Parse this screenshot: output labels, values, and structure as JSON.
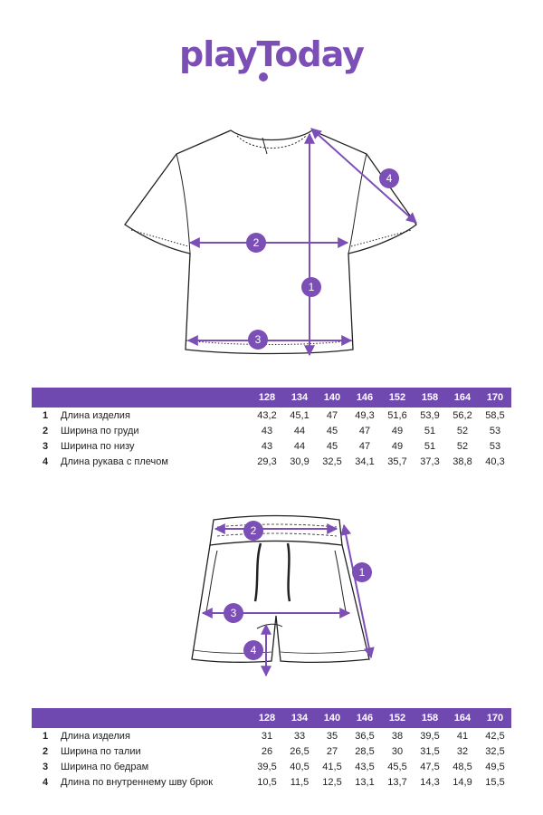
{
  "brand": {
    "logo_text": "playToday",
    "color": "#7b4fb5"
  },
  "colors": {
    "accent": "#7b4fb5",
    "header_bar": "#6f48b0",
    "line_art": "#222222"
  },
  "sizes": [
    "128",
    "134",
    "140",
    "146",
    "152",
    "158",
    "164",
    "170"
  ],
  "tshirt": {
    "badges": [
      "1",
      "2",
      "3",
      "4"
    ],
    "rows": [
      {
        "num": "1",
        "name": "Длина изделия",
        "values": [
          "43,2",
          "45,1",
          "47",
          "49,3",
          "51,6",
          "53,9",
          "56,2",
          "58,5"
        ]
      },
      {
        "num": "2",
        "name": "Ширина по груди",
        "values": [
          "43",
          "44",
          "45",
          "47",
          "49",
          "51",
          "52",
          "53"
        ]
      },
      {
        "num": "3",
        "name": "Ширина по низу",
        "values": [
          "43",
          "44",
          "45",
          "47",
          "49",
          "51",
          "52",
          "53"
        ]
      },
      {
        "num": "4",
        "name": "Длина рукава с плечом",
        "values": [
          "29,3",
          "30,9",
          "32,5",
          "34,1",
          "35,7",
          "37,3",
          "38,8",
          "40,3"
        ]
      }
    ]
  },
  "shorts": {
    "badges": [
      "1",
      "2",
      "3",
      "4"
    ],
    "rows": [
      {
        "num": "1",
        "name": "Длина изделия",
        "values": [
          "31",
          "33",
          "35",
          "36,5",
          "38",
          "39,5",
          "41",
          "42,5"
        ]
      },
      {
        "num": "2",
        "name": "Ширина по талии",
        "values": [
          "26",
          "26,5",
          "27",
          "28,5",
          "30",
          "31,5",
          "32",
          "32,5"
        ]
      },
      {
        "num": "3",
        "name": "Ширина по бедрам",
        "values": [
          "39,5",
          "40,5",
          "41,5",
          "43,5",
          "45,5",
          "47,5",
          "48,5",
          "49,5"
        ]
      },
      {
        "num": "4",
        "name": "Длина по внутреннему шву брюк",
        "values": [
          "10,5",
          "11,5",
          "12,5",
          "13,1",
          "13,7",
          "14,3",
          "14,9",
          "15,5"
        ]
      }
    ]
  }
}
